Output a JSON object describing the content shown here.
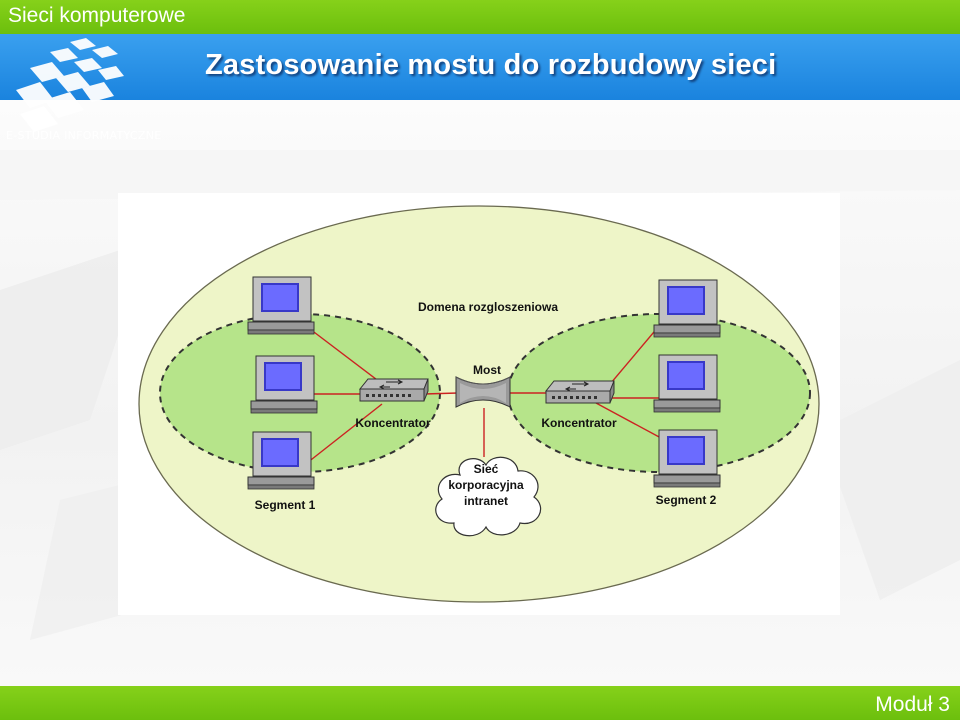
{
  "header": {
    "course_title": "Sieci komputerowe",
    "page_title": "Zastosowanie mostu do rozbudowy sieci",
    "logo_text": "E-STUDIA INFORMATYCZNE"
  },
  "footer": {
    "module_label": "Moduł 3"
  },
  "colors": {
    "green_bar": "#76c612",
    "blue_band": "#2a92e8",
    "outer_domain_fill": "#eef5c8",
    "segment_fill": "#b6e48a",
    "link_color": "#cc2222"
  },
  "diagram": {
    "domain_label": "Domena rozgloszeniowa",
    "bridge_label": "Most",
    "hub_left_label": "Koncentrator",
    "hub_right_label": "Koncentrator",
    "segment_left_label": "Segment 1",
    "segment_right_label": "Segment 2",
    "cloud_lines": [
      "Sieć",
      "korporacyjna",
      "intranet"
    ]
  }
}
